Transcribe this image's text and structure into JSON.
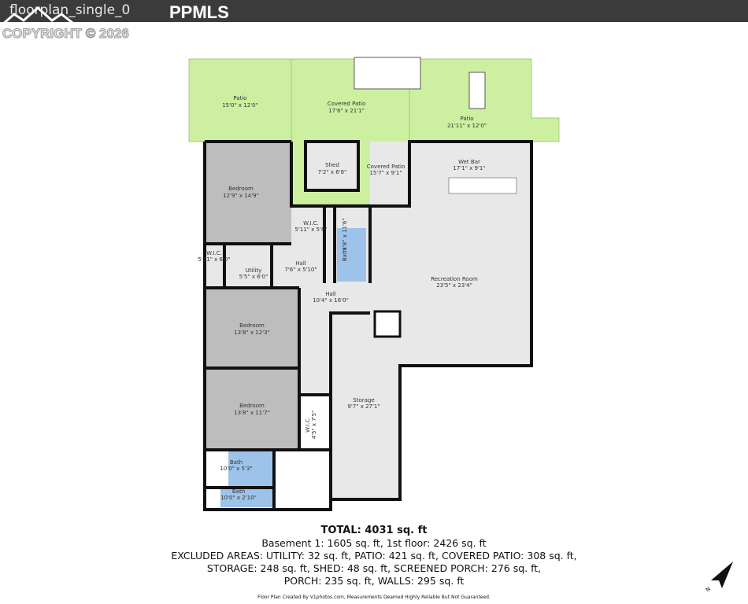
{
  "header": {
    "title": "floorplan_single_0"
  },
  "watermark": {
    "logo_text": "PPMLS",
    "copyright": "COPYRIGHT © 2026"
  },
  "rooms": {
    "patio_left": {
      "name": "Patio",
      "size": "15'0\" x 12'0\""
    },
    "covered_patio": {
      "name": "Covered Patio",
      "size": "17'6\" x 21'1\""
    },
    "patio_right": {
      "name": "Patio",
      "size": "21'11\" x 12'0\""
    },
    "shed": {
      "name": "Shed",
      "size": "7'2\" x 6'8\""
    },
    "covered_patio_2": {
      "name": "Covered Patio",
      "size": "15'7\" x 9'1\""
    },
    "wet_bar": {
      "name": "Wet Bar",
      "size": "17'1\" x 9'1\""
    },
    "bedroom_1": {
      "name": "Bedroom",
      "size": "12'9\" x 14'9\""
    },
    "wic_1": {
      "name": "W.I.C.",
      "size": "5'11\" x 5'8\""
    },
    "bath_1": {
      "name": "Bath",
      "size": "4'8\" x 11'6\""
    },
    "wic_2": {
      "name": "W.I.C.",
      "size": "5'11\" x 6'0\""
    },
    "utility": {
      "name": "Utility",
      "size": "5'5\" x 6'0\""
    },
    "hall_1": {
      "name": "Hall",
      "size": "7'6\" x 5'10\""
    },
    "recreation": {
      "name": "Recreation Room",
      "size": "23'5\" x 23'4\""
    },
    "hall_2": {
      "name": "Hall",
      "size": "10'4\" x 16'0\""
    },
    "bedroom_2": {
      "name": "Bedroom",
      "size": "13'8\" x 12'3\""
    },
    "bedroom_3": {
      "name": "Bedroom",
      "size": "13'8\" x 11'7\""
    },
    "storage": {
      "name": "Storage",
      "size": "9'7\" x 27'1\""
    },
    "wic_3": {
      "name": "W.I.C.",
      "size": "4'5\" x 7'5\""
    },
    "bath_2": {
      "name": "Bath",
      "size": "10'0\" x 5'3\""
    },
    "bath_3": {
      "name": "Bath",
      "size": "10'0\" x 2'10\""
    }
  },
  "colors": {
    "outdoor": "#ccf0a0",
    "bedroom": "#bdbdbd",
    "bath": "#9dc3ea",
    "floor": "#e8e8e8",
    "wall": "#111111"
  },
  "summary": {
    "total": "TOTAL: 4031 sq. ft",
    "line1": "Basement 1: 1605 sq. ft, 1st floor: 2426 sq. ft",
    "line2": "EXCLUDED AREAS: UTILITY: 32 sq. ft, PATIO: 421 sq. ft, COVERED PATIO: 308 sq. ft,",
    "line3": "STORAGE: 248 sq. ft, SHED: 48 sq. ft, SCREENED PORCH: 276 sq. ft,",
    "line4": "PORCH: 235 sq. ft, WALLS: 295 sq. ft",
    "credit": "Floor Plan Created By V1photos.com, Measurements Deamed Highly Reliable But Not Guaranteed."
  },
  "compass": {
    "label": "N"
  }
}
